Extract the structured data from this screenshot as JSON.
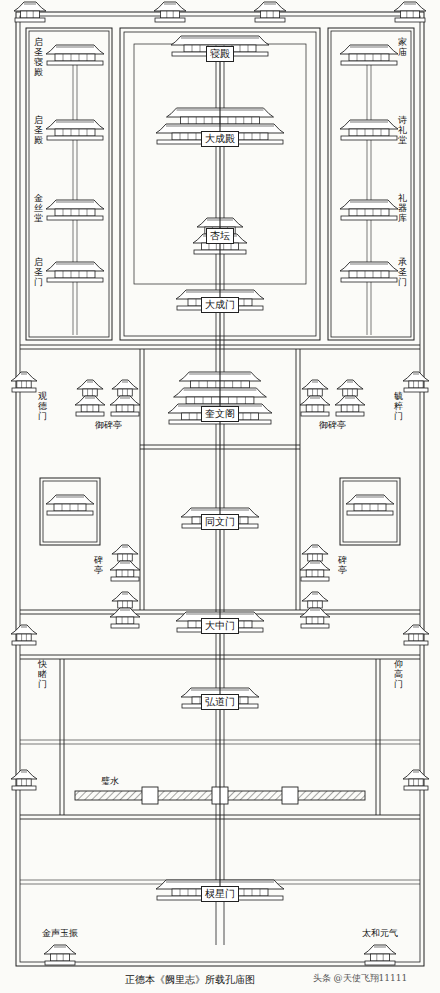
{
  "diagram": {
    "caption": "正德本《阙里志》所载孔庙图",
    "nodes": [
      {
        "text": [
          "寝殿"
        ]
      },
      {
        "text": [
          "大成殿"
        ]
      },
      {
        "text": [
          "杏坛"
        ]
      },
      {
        "text": [
          "大成门"
        ]
      },
      {
        "text": [
          "奎文阁"
        ]
      },
      {
        "text": [
          "同文门"
        ]
      },
      {
        "text": [
          "大中门"
        ]
      },
      {
        "text": [
          "弘道门"
        ]
      },
      {
        "text": [
          "棂星门"
        ]
      }
    ],
    "edges": [
      {
        "from": 0,
        "to": 1,
        "arrow": "none"
      },
      {
        "from": 1,
        "to": 2,
        "arrow": "none"
      },
      {
        "from": 2,
        "to": 3,
        "arrow": "none"
      },
      {
        "from": 3,
        "to": 4,
        "arrow": "none"
      },
      {
        "from": 4,
        "to": 5,
        "arrow": "none"
      },
      {
        "from": 5,
        "to": 6,
        "arrow": "none"
      },
      {
        "from": 6,
        "to": 7,
        "arrow": "none"
      },
      {
        "from": 7,
        "to": 8,
        "arrow": "none"
      }
    ],
    "labels": [
      "启圣寝殿",
      "启圣殿",
      "金丝堂",
      "启圣门",
      "家庙",
      "诗礼堂",
      "礼器库",
      "承圣门",
      "观德门",
      "毓粹门",
      "御碑亭",
      "御碑亭",
      "碑亭",
      "碑亭",
      "快睹门",
      "仰高门",
      "璧水",
      "金声玉振",
      "太和元气",
      "头条 @天使飞翔11111"
    ]
  }
}
